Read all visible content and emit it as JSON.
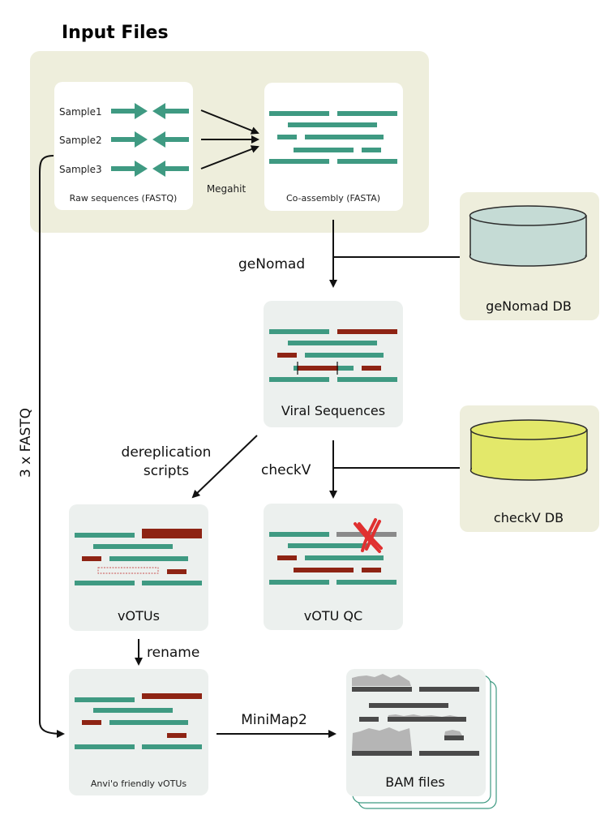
{
  "title": "Input Files",
  "samples": [
    "Sample1",
    "Sample2",
    "Sample3"
  ],
  "nodes": {
    "raw": "Raw sequences (FASTQ)",
    "coassembly": "Co-assembly (FASTA)",
    "viral": "Viral Sequences",
    "votus": "vOTUs",
    "votu_qc": "vOTU QC",
    "anvio": "Anvi'o friendly vOTUs",
    "bam": "BAM files",
    "genomad_db": "geNomad DB",
    "checkv_db": "checkV DB"
  },
  "edges": {
    "megahit": "Megahit",
    "genomad": "geNomad",
    "derep_line1": "dereplication",
    "derep_line2": "scripts",
    "checkv": "checkV",
    "rename": "rename",
    "minimap": "MiniMap2",
    "fastq": "3 x FASTQ"
  },
  "colors": {
    "teal": "#3f9a82",
    "red": "#8e2414",
    "panel_bg": "#ecf0ee",
    "input_bg": "#eeeedc",
    "db_panel_bg": "#eeeedc",
    "genomad_db_fill": "#c5dbd5",
    "checkv_db_fill": "#e3e86a",
    "grey_read": "#4a4a4a",
    "grey_coverage": "#b5b5b5",
    "cross": "#e03030"
  }
}
